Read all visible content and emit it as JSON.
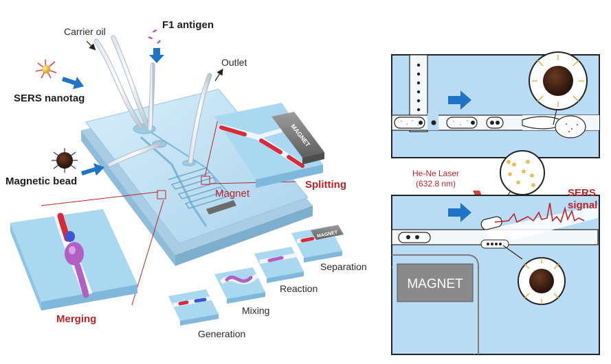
{
  "labels": {
    "carrier_oil": "Carrier oil",
    "f1_antigen": "F1 antigen",
    "outlet": "Outlet",
    "sers_nanotag": "SERS nanotag",
    "magnetic_bead": "Magnetic bead",
    "magnet_small": "Magnet",
    "splitting": "Splitting",
    "merging": "Merging",
    "separation": "Separation",
    "reaction": "Reaction",
    "mixing": "Mixing",
    "generation": "Generation",
    "magnet_block_label": "MAGNET",
    "magnet_strip_label": "MAGNET",
    "magnet_tile_label": "MAGNET",
    "laser_line1": "He-Ne Laser",
    "laser_line2": "(632.8 nm)",
    "sers_signal_line1": "SERS",
    "sers_signal_line2": "signal"
  },
  "colors": {
    "chip_blue": "#bfe0f2",
    "channel_blue": "#a9d4ee",
    "panel_blue": "#b9dbf3",
    "accent_red": "#b8242a",
    "arrow_blue": "#1f73c4",
    "droplet_red": "#d92a3a",
    "droplet_purple": "#b25ec2",
    "bead_brown": "#3b1d12",
    "nanotag_gold": "#e6a93a",
    "magnet_gray": "#8a8a8a"
  }
}
